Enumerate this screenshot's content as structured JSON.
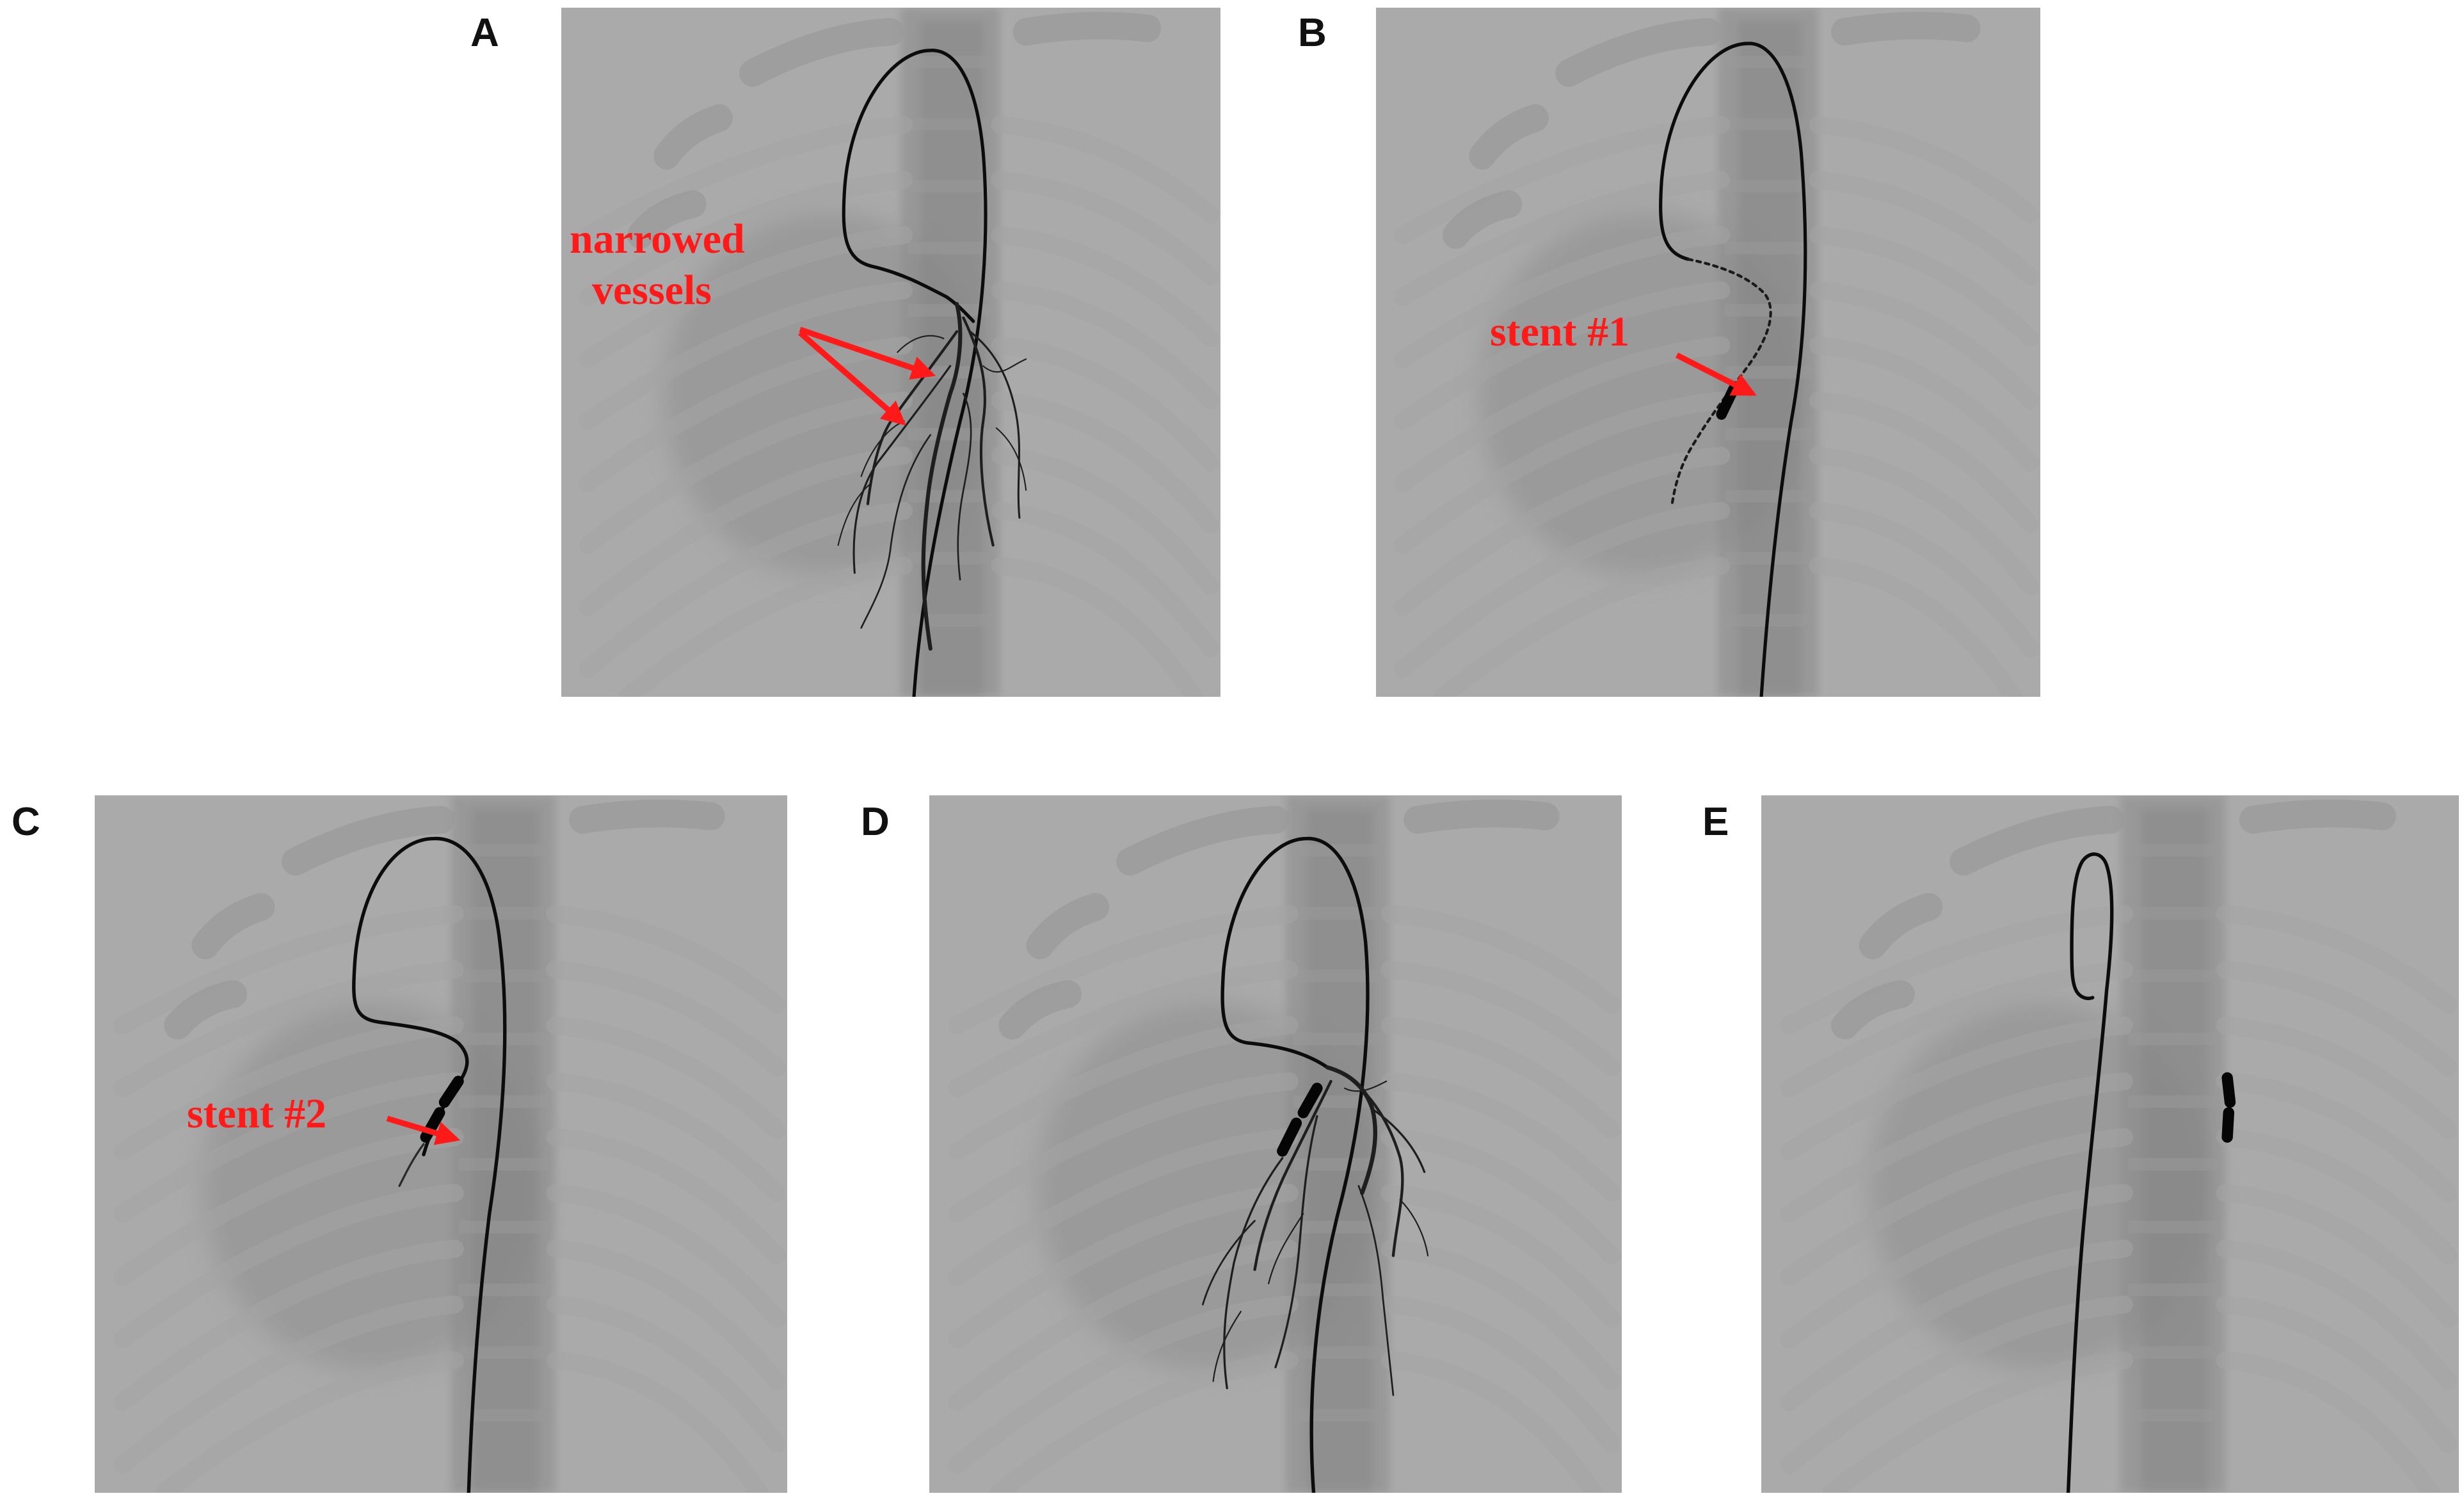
{
  "figure": {
    "panels": [
      {
        "id": "A",
        "letter": "A",
        "annotation": {
          "lines": [
            "narrowed",
            "vessels"
          ]
        }
      },
      {
        "id": "B",
        "letter": "B",
        "annotation": {
          "lines": [
            "stent #1"
          ]
        }
      },
      {
        "id": "C",
        "letter": "C",
        "annotation": {
          "lines": [
            "stent #2"
          ]
        }
      },
      {
        "id": "D",
        "letter": "D",
        "annotation": {
          "lines": []
        }
      },
      {
        "id": "E",
        "letter": "E",
        "annotation": {
          "lines": []
        }
      }
    ]
  },
  "colors": {
    "background": "#ffffff",
    "xray_background": "#a9a9a9",
    "bone": "#9d9d9d",
    "guidewire": "#0c0c0c",
    "annotation": "#ff1a1a"
  }
}
